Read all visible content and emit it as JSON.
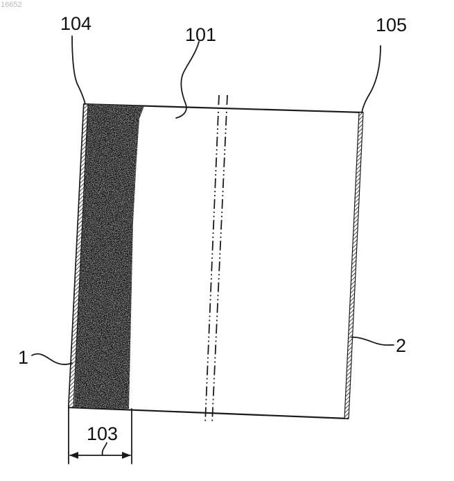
{
  "corner_id": "16652",
  "labels": {
    "r104": "104",
    "r101": "101",
    "r105": "105",
    "r1": "1",
    "r2": "2",
    "r103": "103"
  },
  "colors": {
    "ink": "#1a1a1a",
    "shaded_band": "#141414",
    "background": "#ffffff"
  }
}
